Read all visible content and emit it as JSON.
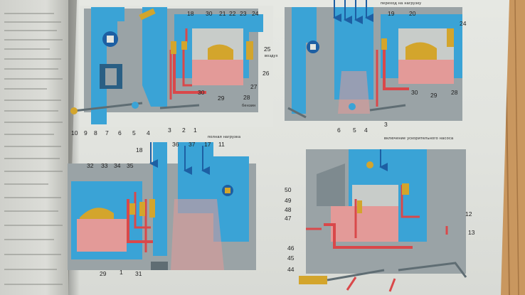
{
  "captions": {
    "top_right": "переход на нагрузку",
    "mid_left": "полная нагрузка",
    "mid_right": "включение ускорительного насоса",
    "small_a": "воздух",
    "small_b": "бензин",
    "small_c": "воздух"
  },
  "labels": {
    "tl_top": [
      "18",
      "30",
      "21",
      "22",
      "23",
      "24"
    ],
    "tl_side": [
      "25",
      "26",
      "27",
      "28"
    ],
    "tl_bottom_mid": [
      "30",
      "29"
    ],
    "tl_bottom": [
      "10",
      "9",
      "8",
      "7",
      "6",
      "5",
      "4",
      "3",
      "2",
      "1"
    ],
    "tr_top": [
      "19",
      "20",
      "24"
    ],
    "tr_bottom": [
      "30",
      "29",
      "28"
    ],
    "tr_bottom_left": [
      "6",
      "5",
      "4",
      "3"
    ],
    "bl_top": [
      "18",
      "36",
      "37",
      "17",
      "11"
    ],
    "bl_left": [
      "32",
      "33",
      "34",
      "35"
    ],
    "bl_bottom": [
      "29",
      "1",
      "31"
    ],
    "br_left": [
      "50",
      "49",
      "48",
      "47",
      "46",
      "45",
      "44"
    ],
    "br_right": [
      "12",
      "13"
    ]
  },
  "colors": {
    "blue": "#3aa3d6",
    "dark_blue": "#1d5fa3",
    "red": "#d9484a",
    "fuel": "#e39a98",
    "gold": "#d3a52c",
    "grey": "#8d9699",
    "steel": "#5f6d73",
    "page": "#e3e5e0"
  },
  "icons": [
    "arrow-down-icon"
  ]
}
